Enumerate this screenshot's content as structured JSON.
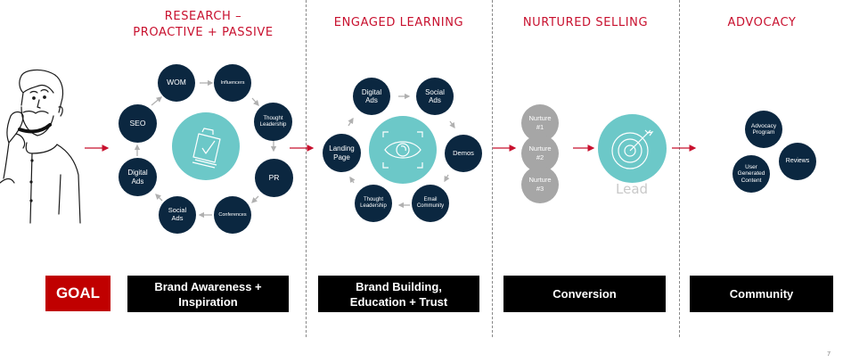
{
  "stages": [
    {
      "heading_line1": "RESEARCH –",
      "heading_line2": "PROACTIVE + PASSIVE",
      "goal": "Brand Awareness +\nInspiration"
    },
    {
      "heading": "ENGAGED LEARNING",
      "goal": "Brand  Building,\nEducation + Trust"
    },
    {
      "heading": "NURTURED SELLING",
      "goal": "Conversion"
    },
    {
      "heading": "ADVOCACY",
      "goal": "Community"
    }
  ],
  "goal_label": "GOAL",
  "research_nodes": {
    "wom": "WOM",
    "influencers": "Influencers",
    "thought_leadership_1": "Thought",
    "thought_leadership_2": "Leadership",
    "pr": "PR",
    "conferences": "Conferences",
    "social_ads_1": "Social",
    "social_ads_2": "Ads",
    "digital_ads_1": "Digital",
    "digital_ads_2": "Ads",
    "seo": "SEO",
    "center_icon": "clipboard-check-icon"
  },
  "learning_nodes": {
    "digital_ads_1": "Digital",
    "digital_ads_2": "Ads",
    "social_ads_1": "Social",
    "social_ads_2": "Ads",
    "demos": "Demos",
    "email_1": "Email",
    "email_2": "Community",
    "thought_1": "Thought",
    "thought_2": "Leadership",
    "landing_1": "Landing",
    "landing_2": "Page",
    "center_icon": "eye-focus-icon"
  },
  "nurture_nodes": [
    {
      "line1": "Nurture",
      "line2": "#1"
    },
    {
      "line1": "Nurture",
      "line2": "#2"
    },
    {
      "line1": "Nurture",
      "line2": "#3"
    }
  ],
  "lead_label": "Lead",
  "lead_icon": "target-arrow-icon",
  "advocacy_nodes": {
    "program_1": "Advocacy",
    "program_2": "Program",
    "reviews": "Reviews",
    "ugc_1": "User",
    "ugc_2": "Generated",
    "ugc_3": "Content"
  },
  "page_number": "7",
  "colors": {
    "heading_red": "#c8102e",
    "node_navy": "#0b2740",
    "teal": "#6cc8c8",
    "nurture_gray": "#a6a6a6",
    "goal_red": "#c00000",
    "arrow_red": "#c8102e",
    "arrow_gray": "#b0b0b0"
  }
}
